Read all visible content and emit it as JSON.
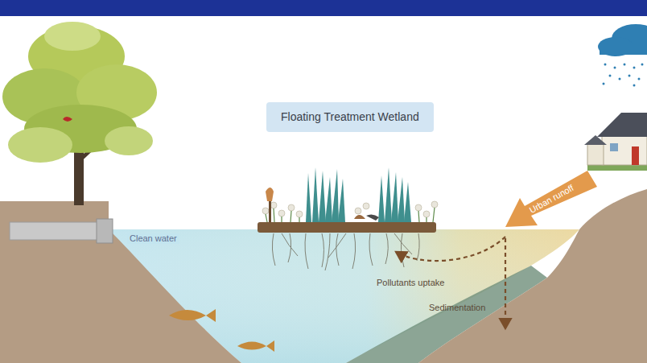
{
  "diagram": {
    "title": "Floating Treatment Wetland",
    "labels": [
      "Clean water",
      "Urban runoff",
      "Pollutants uptake",
      "Sedimentation"
    ]
  }
}
